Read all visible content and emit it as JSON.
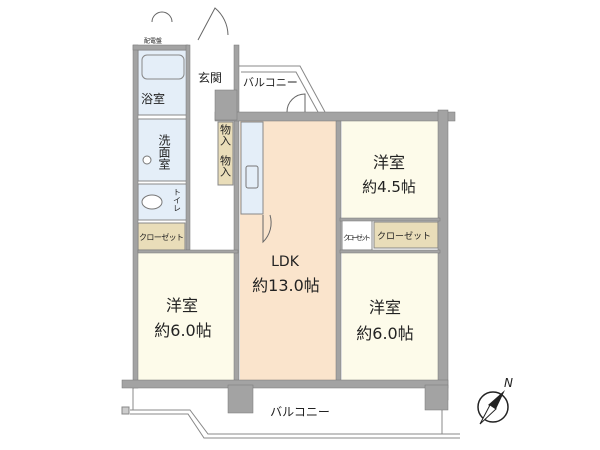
{
  "plan": {
    "distribution_board": "配電盤",
    "entrance": "玄関",
    "top_balcony": "バルコニー",
    "bathroom": "浴室",
    "washroom": "洗面室",
    "toilet": "トイレ",
    "left_closet": "クローゼット",
    "storage_1": "物入",
    "storage_2": "物入",
    "bedroom_45": {
      "name": "洋室",
      "size": "約4.5帖"
    },
    "small_closet": "クローゼット",
    "closet": "クローゼット",
    "ldk": {
      "name": "LDK",
      "size": "約13.0帖"
    },
    "bedroom_left": {
      "name": "洋室",
      "size": "約6.0帖"
    },
    "bedroom_right": {
      "name": "洋室",
      "size": "約6.0帖"
    },
    "bottom_balcony": "バルコニー",
    "compass": "N"
  },
  "colors": {
    "wall": "#a3a3a3",
    "bedroom": "#fdfbea",
    "ldk": "#fae4cc",
    "wet": "#e4eef8",
    "storage": "#e9ddb9"
  }
}
